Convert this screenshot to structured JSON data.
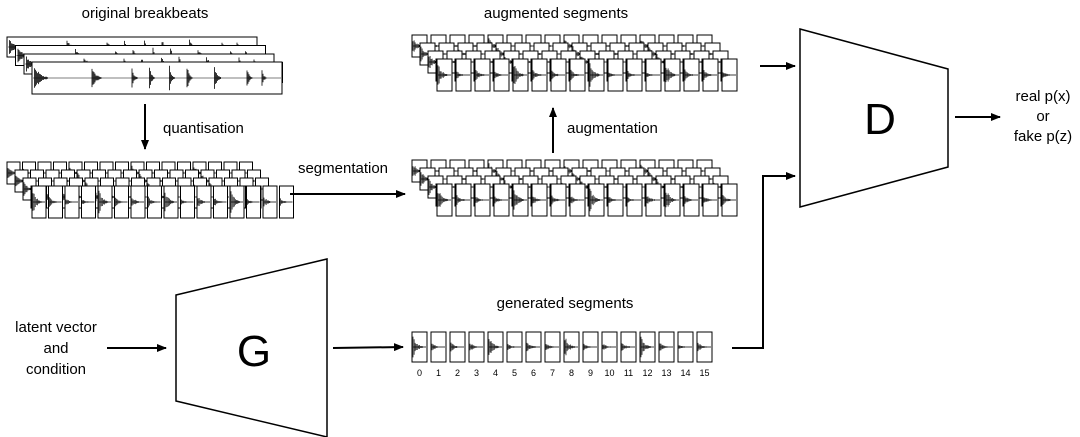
{
  "labels": {
    "original_breakbeats": "original breakbeats",
    "quantisation": "quantisation",
    "segmentation": "segmentation",
    "augmentation": "augmentation",
    "augmented_segments": "augmented segments",
    "generated_segments": "generated segments",
    "latent_line1": "latent vector",
    "latent_line2": "and",
    "latent_line3": "condition",
    "out_real": "real p(x)",
    "out_or": "or",
    "out_fake": "fake p(z)"
  },
  "generator": {
    "label": "G"
  },
  "discriminator": {
    "label": "D"
  },
  "segment_indices": [
    "0",
    "1",
    "2",
    "3",
    "4",
    "5",
    "6",
    "7",
    "8",
    "9",
    "10",
    "11",
    "12",
    "13",
    "14",
    "15"
  ],
  "colors": {
    "stroke": "#000000",
    "fill": "#ffffff",
    "waveform": "#000000"
  }
}
